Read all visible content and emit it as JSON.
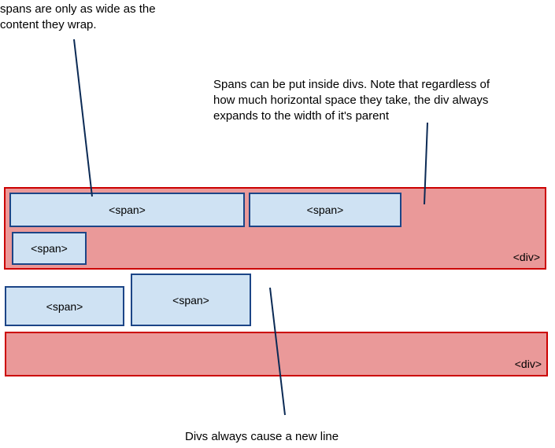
{
  "annotations": {
    "spans_width": "spans are only as wide as the\ncontent they wrap.",
    "spans_inside_divs": "Spans can be put inside divs. Note that regardless of\nhow much horizontal space they take, the div always\nexpands to the width of it's parent",
    "divs_newline": "Divs always cause a new line"
  },
  "labels": {
    "span": "<span>",
    "div": "<div>"
  },
  "colors": {
    "div_fill": "#ea9999",
    "div_border": "#cc0000",
    "span_fill": "#cfe2f3",
    "span_border": "#1c4587",
    "pointer_line": "#0b2a55"
  }
}
